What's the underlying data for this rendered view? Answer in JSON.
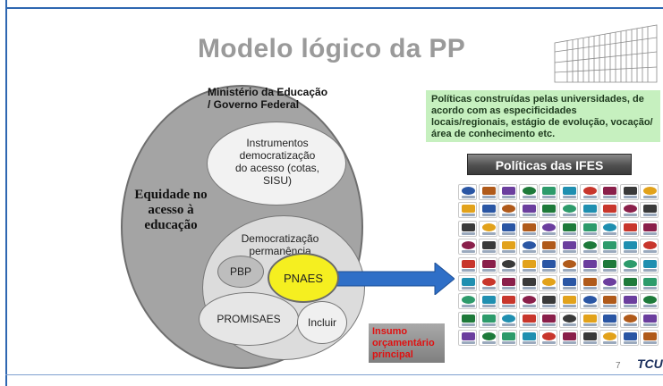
{
  "title": "Modelo lógico da PP",
  "diagram": {
    "outer_label": "Ministério da Educação / Governo Federal",
    "outer_label_lines": [
      "Ministério da Educação",
      "/ Governo Federal"
    ],
    "equidade_lines": [
      "Equidade no",
      "acesso à",
      "educação"
    ],
    "instrumentos_lines": [
      "Instrumentos",
      "democratização",
      "do acesso (cotas,",
      "SISU)"
    ],
    "permanencia_lines": [
      "Democratização",
      "permanência"
    ],
    "pbp": "PBP",
    "pnaes": "PNAES",
    "promisaes": "PROMISAES",
    "incluir": "Incluir",
    "insumo_lines": [
      "Insumo",
      "orçamentário",
      "principal"
    ]
  },
  "right_panel": {
    "description": "Políticas construídas pelas universidades, de acordo com as especificidades locais/regionais, estágio de evolução, vocação/área de conhecimento etc.",
    "ifes_title": "Políticas das IFES",
    "logo_grid": {
      "rows": 9,
      "cols": 10
    }
  },
  "footer": {
    "page_number": "7",
    "logo_text": "TCU"
  },
  "colors": {
    "frame": "#2e67b1",
    "outer_circle": "#a4a4a4",
    "pnaes_fill": "#f5ef20",
    "arrow": "#2f6fc7",
    "green_box": "#c6f0bf",
    "insumo_text": "#e01010"
  }
}
